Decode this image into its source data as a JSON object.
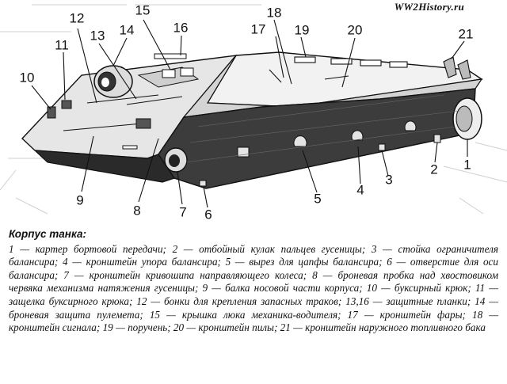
{
  "watermark": "WW2History.ru",
  "callouts": [
    "1",
    "2",
    "3",
    "4",
    "5",
    "6",
    "7",
    "8",
    "9",
    "10",
    "11",
    "12",
    "13",
    "14",
    "15",
    "16",
    "17",
    "18",
    "19",
    "20",
    "21"
  ],
  "caption": {
    "heading": "Корпус танка:",
    "body": "1 — картер бортовой передачи; 2 — отбойный кулак пальцев гусеницы; 3 — стойка ограничителя балансира; 4 — кронштейн упора балансира; 5 — вырез для цапфы балансира; 6 — отверстие для оси балансира; 7 — кронштейн кривошипа направляющего колеса; 8 — броневая пробка над хвостовиком червяка механизма натяжения гусеницы; 9 — балка носовой части корпуса; 10 — буксирный крюк; 11 — защелка буксирного крюка; 12 — бонки для крепления запасных траков; 13,16 — защитные планки; 14 — броневая защита пулемета; 15 — крышка люка механика-водителя; 17 — кронштейн фары; 18 — кронштейн сигнала; 19 — поручень; 20 — кронштейн пилы; 21 — кронштейн наружного топливного бака"
  }
}
